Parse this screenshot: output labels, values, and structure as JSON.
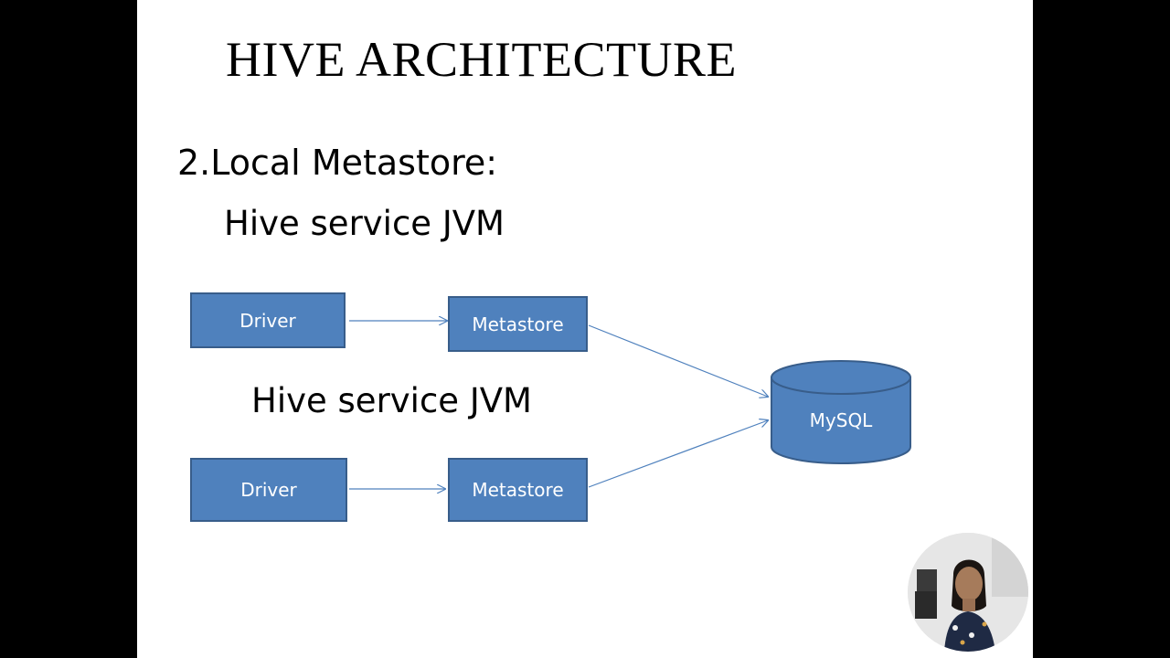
{
  "slide": {
    "title": "HIVE ARCHITECTURE",
    "subtitle": "2.Local Metastore:",
    "jvm_label_1": "Hive service JVM",
    "jvm_label_2": "Hive service JVM"
  },
  "diagram": {
    "row1": {
      "driver": "Driver",
      "metastore": "Metastore"
    },
    "row2": {
      "driver": "Driver",
      "metastore": "Metastore"
    },
    "database": "MySQL",
    "colors": {
      "box_fill": "#4f81bd",
      "box_border": "#385d8a",
      "arrow": "#4f81bd",
      "box_text": "#ffffff"
    }
  },
  "overlay": {
    "webcam": "presenter-webcam"
  }
}
